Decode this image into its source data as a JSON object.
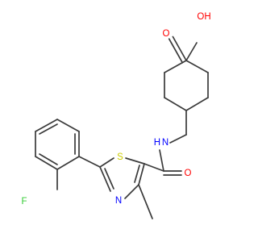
{
  "molecule": {
    "atoms": {
      "carboxyl_o_double": "O",
      "carboxyl_oh": "OH",
      "amide_nh": "N",
      "amide_h": "H",
      "amide_o": "O",
      "thiazole_s": "S",
      "thiazole_n": "N",
      "fluorine": "F"
    },
    "colors": {
      "bond": "#3a3a3a",
      "oxygen": "#ff0000",
      "nitrogen": "#0000ff",
      "sulfur": "#cccc00",
      "fluorine": "#33cc33"
    }
  }
}
